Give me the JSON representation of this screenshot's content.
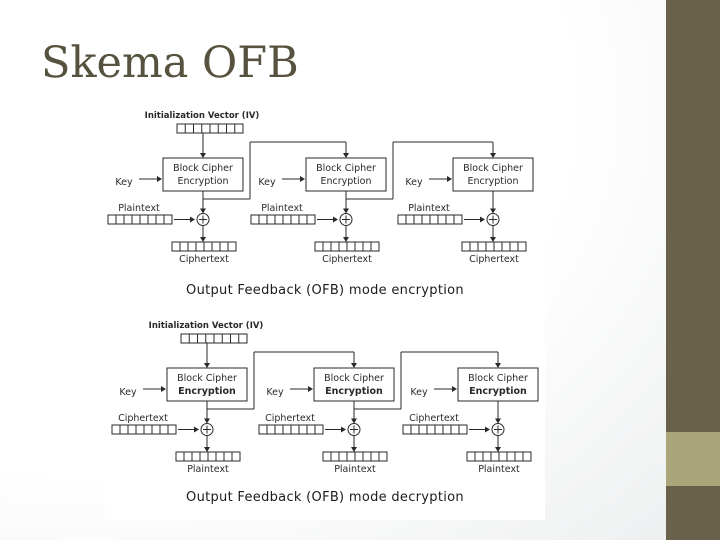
{
  "slide": {
    "title": "Skema OFB"
  },
  "theme": {
    "title_color": "#57523f",
    "accent_bar_color": "#696149",
    "accent_square_color": "#aaa67c",
    "diagram_line_color": "#2a2a2a",
    "background_color": "#ffffff"
  },
  "diagrams": [
    {
      "id": "encryption",
      "iv_label": "Initialization Vector (IV)",
      "key_label": "Key",
      "box_line1": "Block Cipher",
      "box_line2": "Encryption",
      "box_line2_bold": false,
      "input_label": "Plaintext",
      "output_label": "Ciphertext",
      "columns": 3,
      "caption": "Output Feedback (OFB) mode encryption"
    },
    {
      "id": "decryption",
      "iv_label": "Initialization Vector (IV)",
      "key_label": "Key",
      "box_line1": "Block Cipher",
      "box_line2": "Encryption",
      "box_line2_bold": true,
      "input_label": "Ciphertext",
      "output_label": "Plaintext",
      "columns": 3,
      "caption": "Output Feedback (OFB) mode decryption"
    }
  ]
}
